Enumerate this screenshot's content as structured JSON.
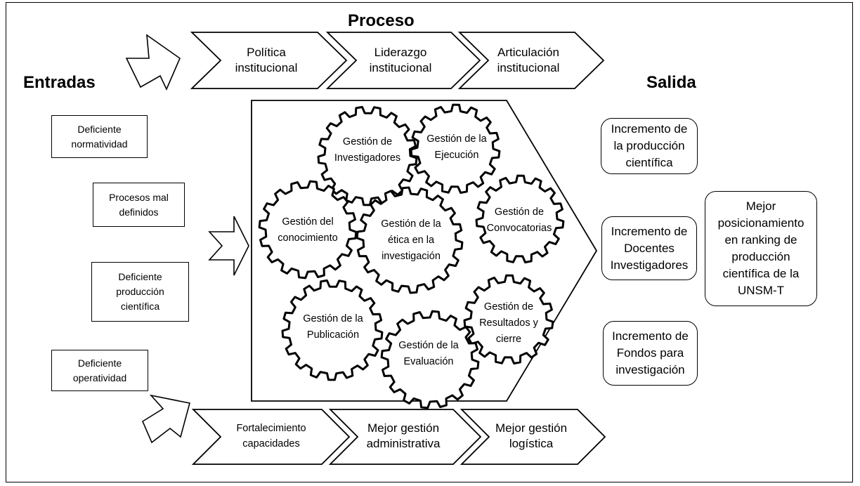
{
  "headings": {
    "proceso": "Proceso",
    "entradas": "Entradas",
    "salida": "Salida"
  },
  "top_chevrons": [
    "Política\ninstitucional",
    "Liderazgo\ninstitucional",
    "Articulación\ninstitucional"
  ],
  "bottom_chevrons": [
    "Fortalecimiento\ncapacidades",
    "Mejor gestión\nadministrativa",
    "Mejor gestión\nlogística"
  ],
  "inputs": [
    "Deficiente\nnormatividad",
    "Procesos mal\ndefinidos",
    "Deficiente\nproducción\ncientífica",
    "Deficiente\noperatividad"
  ],
  "gears": [
    "Gestión de\nInvestigadores",
    "Gestión de la\nEjecución",
    "Gestión del\nconocimiento",
    "Gestión de la\nética en la\ninvestigación",
    "Gestión de\nConvocatorias",
    "Gestión de la\nPublicación",
    "Gestión de\nResultados y\ncierre",
    "Gestión de la\nEvaluación"
  ],
  "outputs": [
    "Incremento de\nla producción\ncientífica",
    "Incremento de\nDocentes\nInvestigadores",
    "Incremento de\nFondos para\ninvestigación"
  ],
  "final_output": "Mejor\nposicionamiento\nen ranking de\nproducción\ncientífica de la\nUNSM-T"
}
